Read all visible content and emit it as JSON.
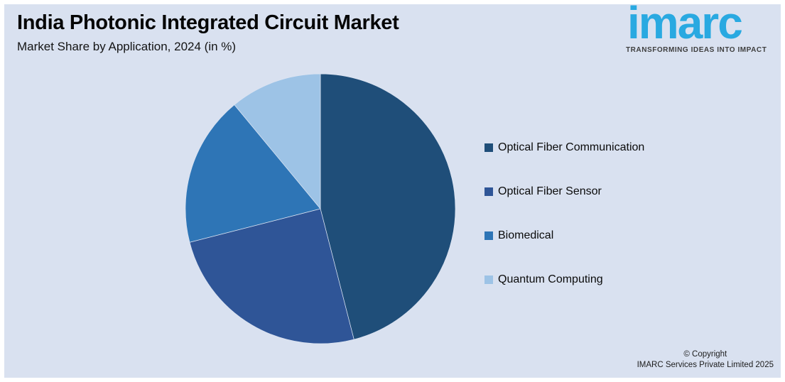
{
  "page": {
    "panel_background": "#D9E1F0",
    "outer_border_color": "#FFFFFF"
  },
  "header": {
    "title": "India Photonic Integrated Circuit Market",
    "subtitle": "Market Share by Application, 2024 (in %)"
  },
  "logo": {
    "wordmark": "imarc",
    "tagline": "TRANSFORMING IDEAS INTO IMPACT",
    "wordmark_color": "#29A9E1",
    "tagline_color": "#3E3E3E"
  },
  "chart_data": {
    "type": "pie",
    "title": "India Photonic Integrated Circuit Market",
    "subtitle": "Market Share by Application, 2024 (in %)",
    "unit": "%",
    "start_angle_deg": 0,
    "direction": "clockwise",
    "legend_position": "right",
    "data_labels_shown": false,
    "slices": [
      {
        "label": "Optical Fiber Communication",
        "value": 46,
        "color": "#1F4E79"
      },
      {
        "label": "Optical Fiber Sensor",
        "value": 25,
        "color": "#2F5597"
      },
      {
        "label": "Biomedical",
        "value": 18,
        "color": "#2E75B6"
      },
      {
        "label": "Quantum Computing",
        "value": 11,
        "color": "#9DC3E6"
      }
    ]
  },
  "footer": {
    "line1": "© Copyright",
    "line2": "IMARC Services Private Limited 2025"
  }
}
